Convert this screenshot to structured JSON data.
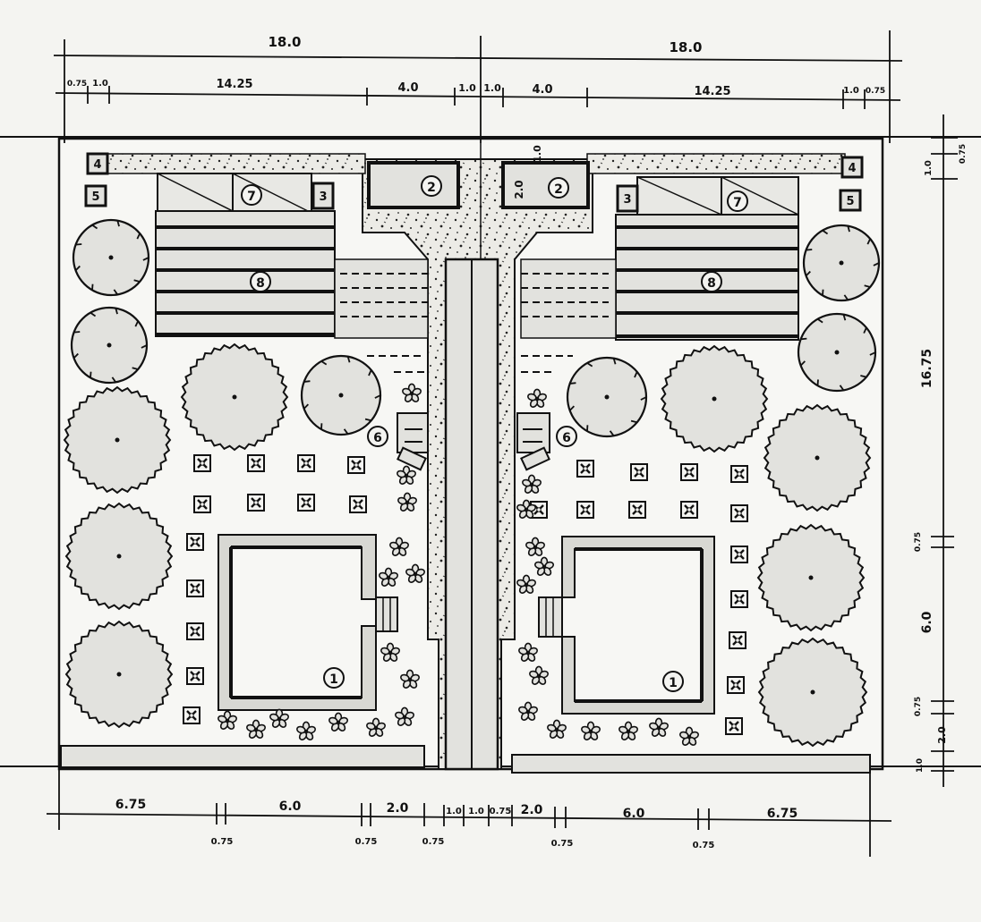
{
  "top_dims": {
    "overall_left": "18.0",
    "overall_right": "18.0",
    "sub_left": [
      "0.75",
      "1.0",
      "14.25",
      "4.0",
      "1.0"
    ],
    "sub_right": [
      "1.0",
      "4.0",
      "14.25",
      "1.0",
      "0.75"
    ]
  },
  "bottom_dims": {
    "main": [
      "6.75",
      "6.0",
      "2.0",
      "1.0",
      "1.0",
      "0.75",
      "2.0",
      "6.0",
      "6.75"
    ],
    "minor": [
      "0.75",
      "0.75",
      "0.75",
      "0.75",
      "0.75"
    ]
  },
  "right_dims": {
    "overall": "16.75",
    "top_pair": [
      "1.0",
      "0.75"
    ],
    "pool_side": [
      "0.75",
      "6.0",
      "0.75",
      "2.0",
      "1.0"
    ]
  },
  "inline_dims": [
    "1.0",
    "2.0"
  ],
  "keys": {
    "pool": "1",
    "shed": "2",
    "bin": "3",
    "lamp": "4",
    "post": "5",
    "gate": "6",
    "carport": "7",
    "deck": "8"
  },
  "colors": {
    "paper": "#f4f4f1",
    "ink": "#111111",
    "fill_light": "#e2e2de",
    "fill_mid": "#cfcfca"
  }
}
